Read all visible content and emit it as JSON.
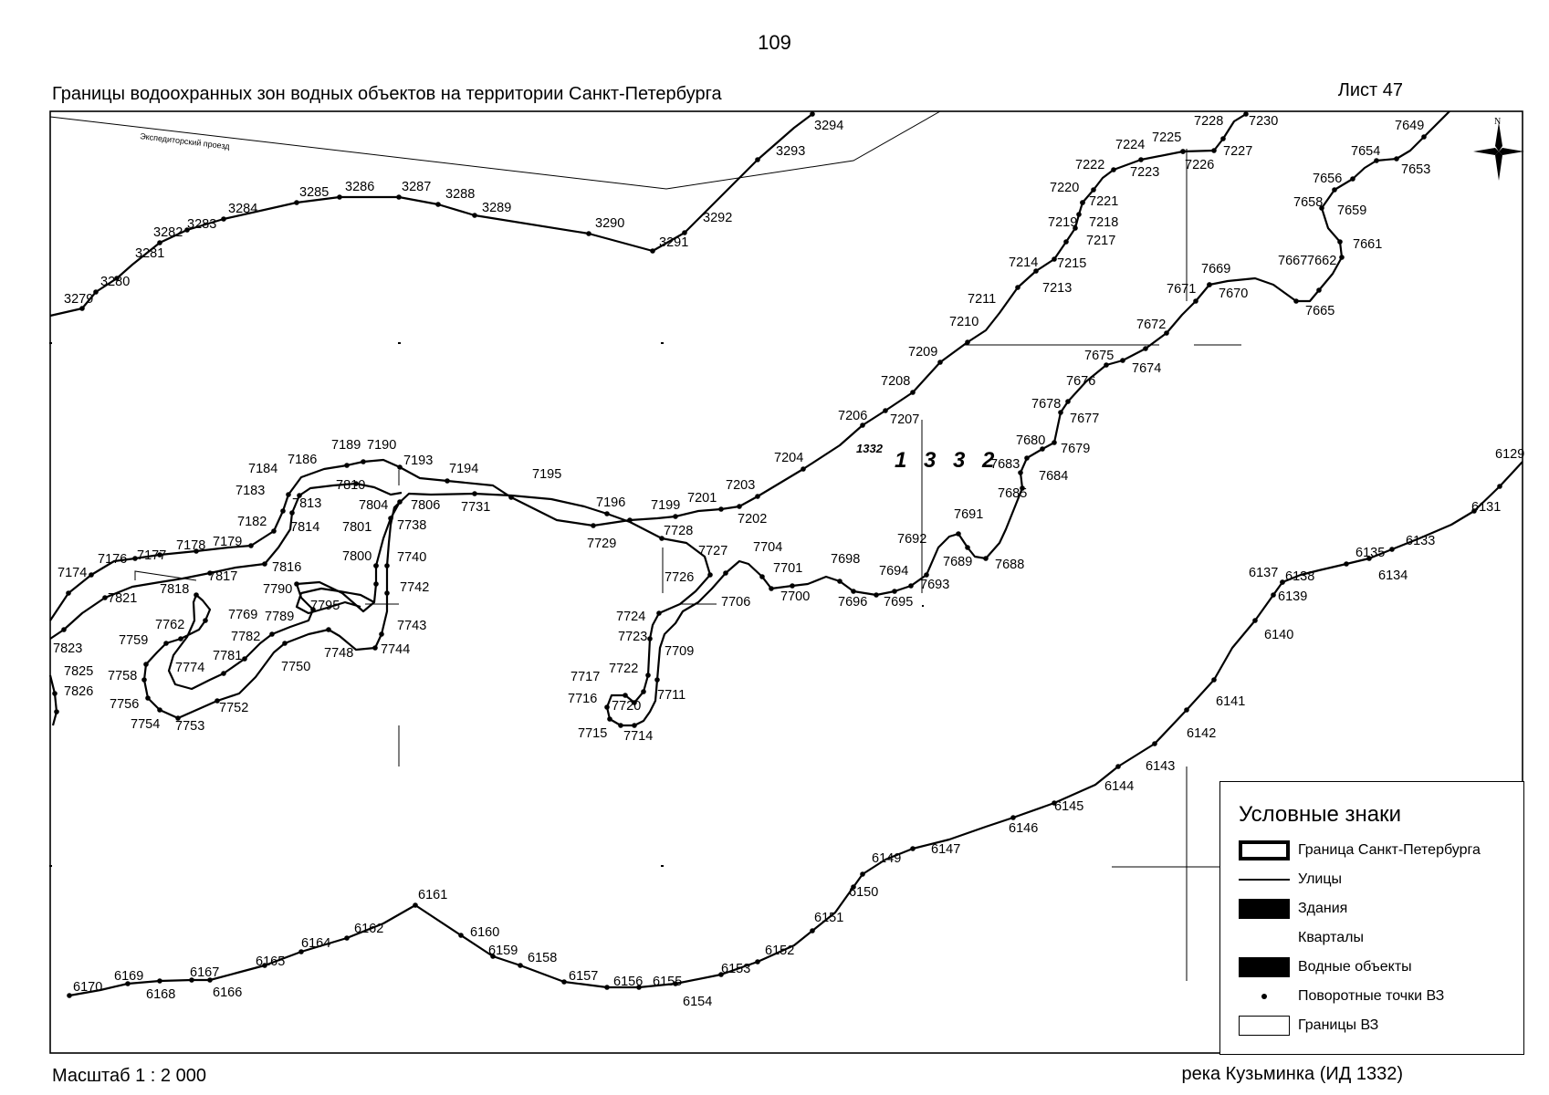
{
  "page": {
    "number": "109",
    "title": "Границы водоохранных зон водных объектов на территории Санкт-Петербурга",
    "sheet": "Лист 47",
    "scale": "Масштаб 1 : 2 000",
    "river": "река Кузьминка (ИД 1332)"
  },
  "map": {
    "street_name": "Экспедиторский проезд",
    "object_id_large": "1 3 3 2",
    "object_id_small": "1332",
    "north_label": "N",
    "boundary_3279_3294": [
      "3279",
      "3280",
      "3281",
      "3282",
      "3283",
      "3284",
      "3285",
      "3286",
      "3287",
      "3288",
      "3289",
      "3290",
      "3291",
      "3292",
      "3293",
      "3294"
    ],
    "boundary_6129_6170": [
      "6129",
      "6131",
      "6133",
      "6134",
      "6135",
      "6137",
      "6138",
      "6139",
      "6140",
      "6141",
      "6142",
      "6143",
      "6144",
      "6145",
      "6146",
      "6147",
      "6149",
      "6150",
      "6151",
      "6152",
      "6153",
      "6154",
      "6155",
      "6156",
      "6157",
      "6158",
      "6159",
      "6160",
      "6161",
      "6162",
      "6164",
      "6165",
      "6166",
      "6167",
      "6168",
      "6169",
      "6170"
    ],
    "boundary_7174_7230": [
      "7174",
      "7176",
      "7177",
      "7178",
      "7179",
      "7182",
      "7183",
      "7184",
      "7186",
      "7189",
      "7190",
      "7193",
      "7194",
      "7195",
      "7196",
      "7199",
      "7201",
      "7202",
      "7203",
      "7204",
      "7206",
      "7207",
      "7208",
      "7209",
      "7210",
      "7211",
      "7213",
      "7214",
      "7215",
      "7217",
      "7218",
      "7219",
      "7220",
      "7221",
      "7222",
      "7223",
      "7224",
      "7225",
      "7226",
      "7227",
      "7228",
      "7230"
    ],
    "boundary_7649_7826": [
      "7649",
      "7653",
      "7654",
      "7656",
      "7658",
      "7659",
      "7661",
      "7662",
      "7665",
      "7667",
      "7669",
      "7670",
      "7671",
      "7672",
      "7674",
      "7675",
      "7676",
      "7677",
      "7678",
      "7679",
      "7680",
      "7683",
      "7684",
      "7685",
      "7688",
      "7689",
      "7691",
      "7692",
      "7693",
      "7694",
      "7695",
      "7696",
      "7698",
      "7700",
      "7701",
      "7704",
      "7706",
      "7709",
      "7711",
      "7714",
      "7715",
      "7716",
      "7717",
      "7720",
      "7722",
      "7723",
      "7724",
      "7726",
      "7727",
      "7728",
      "7729",
      "7731",
      "7738",
      "7740",
      "7742",
      "7743",
      "7744",
      "7748",
      "7750",
      "7752",
      "7753",
      "7754",
      "7756",
      "7758",
      "7759",
      "7762",
      "7769",
      "7774",
      "7781",
      "7782",
      "7789",
      "7790",
      "7795",
      "7800",
      "7801",
      "7804",
      "7806",
      "7810",
      "7813",
      "7814",
      "7816",
      "7817",
      "7818",
      "7821",
      "7823",
      "7825",
      "7826"
    ]
  },
  "legend": {
    "title": "Условные знаки",
    "items": [
      {
        "symbol": "city-border",
        "label": "Граница Санкт-Петербурга"
      },
      {
        "symbol": "street-line",
        "label": "Улицы"
      },
      {
        "symbol": "filled-box",
        "label": "Здания"
      },
      {
        "symbol": "none",
        "label": "Кварталы"
      },
      {
        "symbol": "filled-box",
        "label": "Водные объекты"
      },
      {
        "symbol": "dot",
        "label": "Поворотные точки ВЗ"
      },
      {
        "symbol": "outline-box",
        "label": "Границы ВЗ"
      }
    ]
  },
  "colors": {
    "ink": "#000000",
    "paper": "#ffffff"
  }
}
